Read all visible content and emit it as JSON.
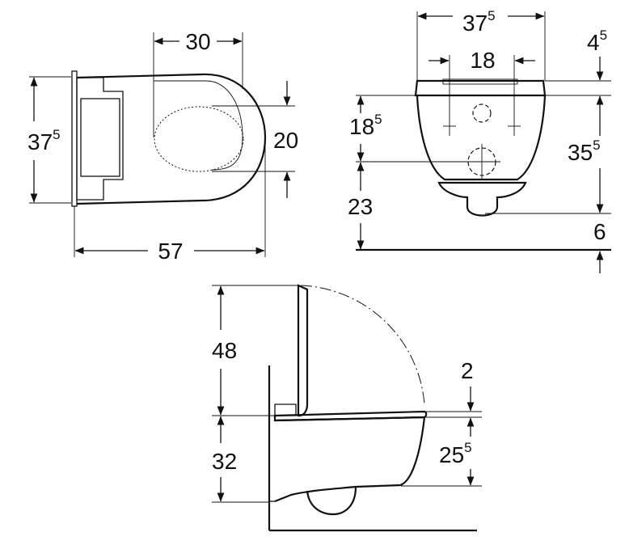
{
  "top_view": {
    "depth_main": "37",
    "depth_sup": "5",
    "seat_opening": "30",
    "seat_height": "20",
    "length": "57"
  },
  "front_view": {
    "width_main": "37",
    "width_sup": "5",
    "hole_spacing": "18",
    "rim_main": "4",
    "rim_sup": "5",
    "upper_main": "18",
    "upper_sup": "5",
    "lower": "23",
    "overall_main": "35",
    "overall_sup": "5",
    "floor_gap": "6"
  },
  "side_view": {
    "lid_height": "48",
    "seat_level": "32",
    "seat_thickness": "2",
    "bowl_height_main": "25",
    "bowl_height_sup": "5"
  }
}
